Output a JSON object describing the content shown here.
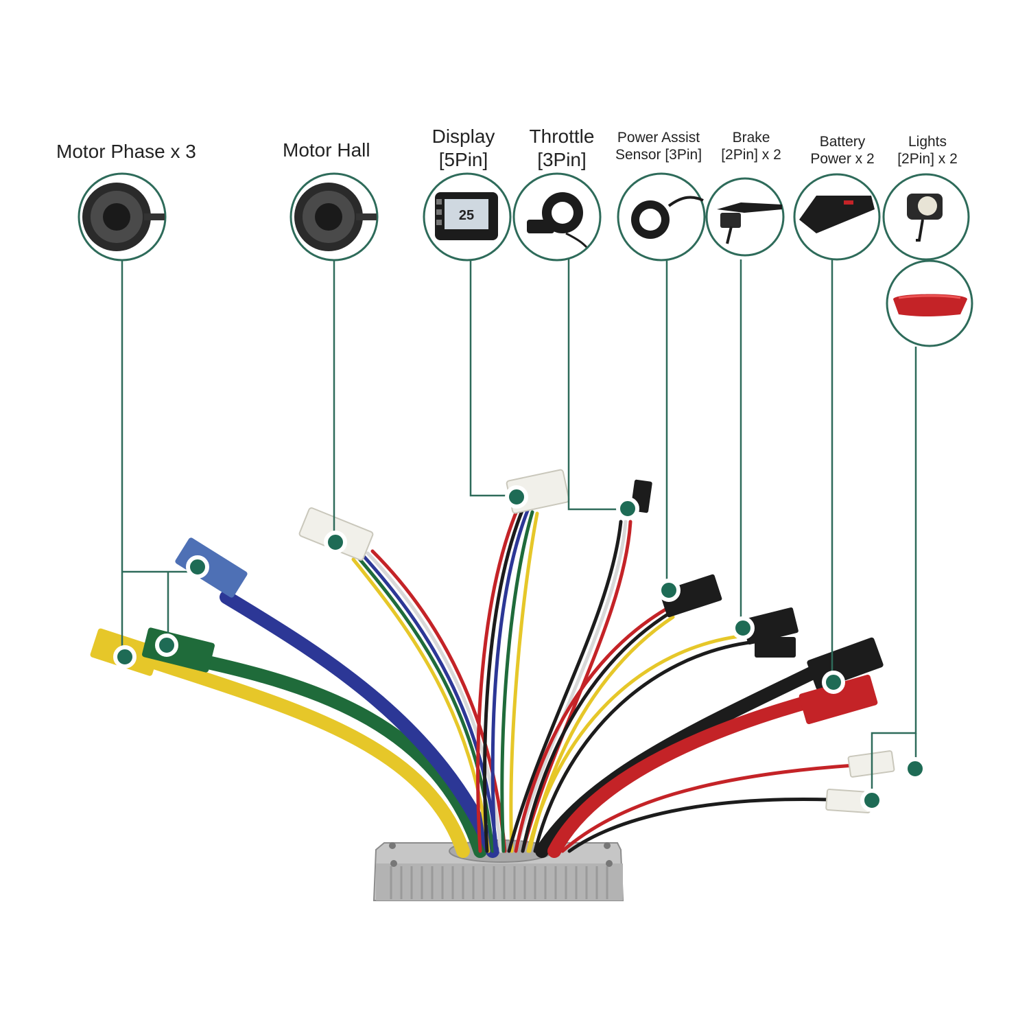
{
  "labels": {
    "motor_phase": "Motor Phase x 3",
    "motor_hall": "Motor Hall",
    "display": [
      "Display",
      "[5Pin]"
    ],
    "throttle": [
      "Throttle",
      "[3Pin]"
    ],
    "pas": [
      "Power Assist",
      "Sensor [3Pin]"
    ],
    "brake": [
      "Brake",
      "[2Pin] x 2"
    ],
    "battery": [
      "Battery",
      "Power x 2"
    ],
    "lights": [
      "Lights",
      "[2Pin] x 2"
    ]
  },
  "display_screen": {
    "speed": "25"
  },
  "colors": {
    "leader": "#2e6b5a",
    "dot": "#1e6b55",
    "wire_yellow": "#e6c729",
    "wire_green": "#1f6b3a",
    "wire_blue": "#2c3796",
    "wire_red": "#c42327",
    "wire_black": "#1c1c1c",
    "wire_white": "#d8d8d8",
    "controller": "#b9b9b9"
  },
  "icons": [
    "hub-motor-icon",
    "hub-motor-icon",
    "lcd-display-icon",
    "thumb-throttle-icon",
    "pas-sensor-icon",
    "brake-lever-icon",
    "battery-icon",
    "headlight-icon",
    "taillight-icon"
  ]
}
